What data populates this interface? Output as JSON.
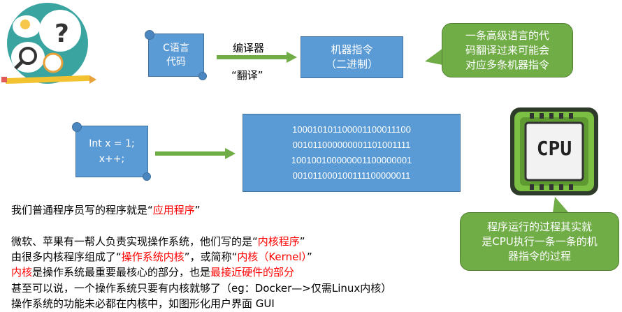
{
  "top_row": {
    "source_scroll": [
      "C语言",
      "代码"
    ],
    "compiler_label": "编译器",
    "translate_label": "“翻译”",
    "machine_box": [
      "机器指令",
      "（二进制）"
    ],
    "note": [
      "一条高级语言的代",
      "码翻译过来可能会",
      "对应多条机器指令"
    ]
  },
  "middle_row": {
    "code_scroll": [
      "Int x = 1;",
      "x++;"
    ],
    "binary_lines": [
      "100010101100001100011100",
      "001011000000001101001111",
      "100100100000001100000001",
      "001011000100111100000011"
    ],
    "cpu_label": "CPU",
    "note": [
      "程序运行的过程其实就",
      "是CPU执行一条一条的机",
      "器指令的过程"
    ]
  },
  "body_lines": {
    "l1": {
      "a": "我们普通程序员写的程序就是“",
      "b": "应用程序",
      "c": "”"
    },
    "l2": {
      "a": "微软、苹果有一帮人负责实现操作系统，他们写的是“",
      "b": "内核程序",
      "c": "”"
    },
    "l3": {
      "a": "由很多内核程序组成了“",
      "b": "操作系统内核",
      "c": "”，或简称“",
      "d": "内核（Kernel）",
      "e": "”"
    },
    "l4": {
      "a": "内核",
      "b": "是操作系统最重要最核心的部分，也是",
      "c": "最接近硬件的部分"
    },
    "l5": "甚至可以说，一个操作系统只要有内核就够了（eg：Docker—>仅需Linux内核）",
    "l6": "操作系统的功能未必都在内核中，如图形化用户界面 GUI"
  },
  "colors": {
    "scroll_blue": "#5b9bd5",
    "note_green": "#70ad47",
    "arrow_green": "#70ad47",
    "highlight_red": "#ff0000"
  },
  "icons": [
    "thinking-illustration-icon",
    "cpu-chip-icon",
    "arrow-right-icon"
  ]
}
